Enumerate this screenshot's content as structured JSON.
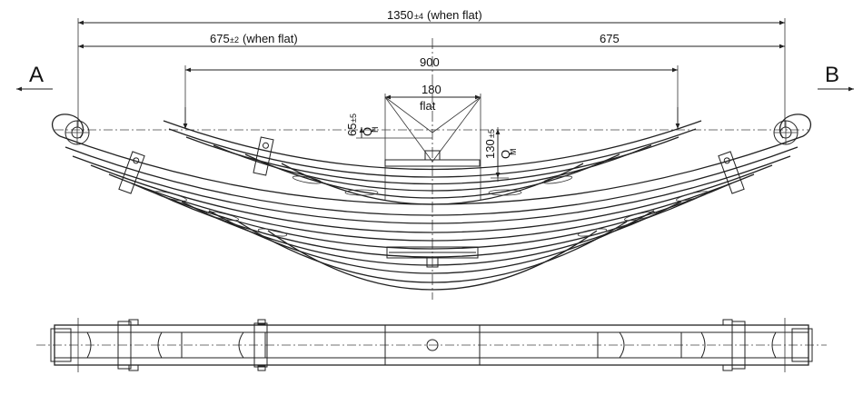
{
  "dimensions": {
    "overall": {
      "value": "1350",
      "tol": "±4",
      "note": "(when flat)"
    },
    "left_half": {
      "value": "675",
      "tol": "±2",
      "note": "(when flat)"
    },
    "right_half": {
      "value": "675"
    },
    "helper_span": {
      "value": "900"
    },
    "center_flat": {
      "value": "180",
      "note": "flat"
    },
    "helper_height": {
      "value": "65",
      "tol": "±5",
      "symbol": "Q",
      "sub": "H"
    },
    "main_height": {
      "value": "130",
      "tol": "±5",
      "symbol": "Q",
      "sub": "M"
    }
  },
  "view_labels": {
    "left": "A",
    "right": "B"
  }
}
